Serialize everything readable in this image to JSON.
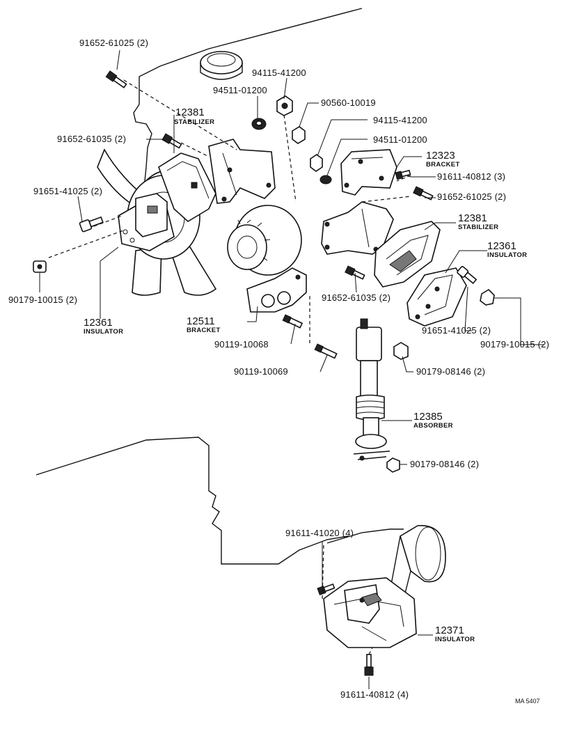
{
  "callouts": {
    "c1": "91652-61025 (2)",
    "c2": "94115-41200",
    "c3": "94511-01200",
    "c4": "90560-10019",
    "c5": "94115-41200",
    "c6": "94511-01200",
    "c7": "91652-61035 (2)",
    "c8": "91611-40812 (3)",
    "c9": "91652-61025 (2)",
    "c10": "91651-41025 (2)",
    "c11": "90179-10015 (2)",
    "c12": "91652-61035 (2)",
    "c13": "91651-41025 (2)",
    "c14": "90179-10015 (2)",
    "c15": "90119-10068",
    "c16": "90119-10069",
    "c17": "90179-08146 (2)",
    "c18": "90179-08146 (2)",
    "c19": "91611-41020 (4)",
    "c20": "91611-40812 (4)"
  },
  "parts": {
    "p1": {
      "num": "12381",
      "name": "STABILIZER"
    },
    "p2": {
      "num": "12323",
      "name": "BRACKET"
    },
    "p3": {
      "num": "12381",
      "name": "STABILIZER"
    },
    "p4": {
      "num": "12361",
      "name": "INSULATOR"
    },
    "p5": {
      "num": "12361",
      "name": "INSULATOR"
    },
    "p6": {
      "num": "12511",
      "name": "BRACKET"
    },
    "p7": {
      "num": "12385",
      "name": "ABSORBER"
    },
    "p8": {
      "num": "12371",
      "name": "INSULATOR"
    }
  },
  "figure_code": "MA 5407"
}
